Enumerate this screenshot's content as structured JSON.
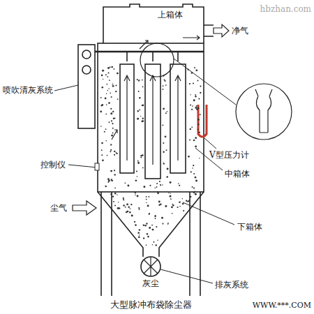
{
  "diagram": {
    "caption": "大型脉冲布袋除尘器",
    "labels": [
      "上箱体",
      "净气",
      "喷吹清灰系统",
      "V型压力计",
      "控制仪",
      "中箱体",
      "尘气",
      "下箱体",
      "灰尘",
      "排灰系统",
      "hbzhan.com",
      "WWW.***.COM"
    ]
  }
}
